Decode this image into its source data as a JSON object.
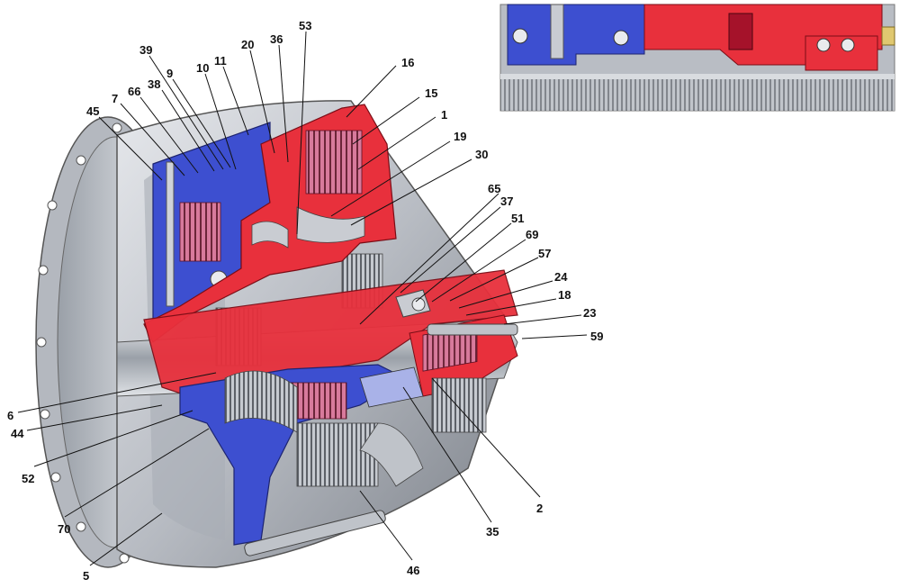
{
  "figure": {
    "colors": {
      "housing": "#c9ccd2",
      "housing_dark": "#8e939b",
      "red_part": "#e8303c",
      "blue_part": "#3d4fd0",
      "plate_pink": "#d87a9c",
      "leader": "#111111",
      "background": "#ffffff"
    },
    "callouts": [
      {
        "id": "39",
        "text": "39"
      },
      {
        "id": "9",
        "text": "9"
      },
      {
        "id": "38",
        "text": "38"
      },
      {
        "id": "66",
        "text": "66"
      },
      {
        "id": "7",
        "text": "7"
      },
      {
        "id": "45",
        "text": "45"
      },
      {
        "id": "10",
        "text": "10"
      },
      {
        "id": "11",
        "text": "11"
      },
      {
        "id": "20",
        "text": "20"
      },
      {
        "id": "36",
        "text": "36"
      },
      {
        "id": "53",
        "text": "53"
      },
      {
        "id": "16",
        "text": "16"
      },
      {
        "id": "15",
        "text": "15"
      },
      {
        "id": "1",
        "text": "1"
      },
      {
        "id": "19",
        "text": "19"
      },
      {
        "id": "30",
        "text": "30"
      },
      {
        "id": "65",
        "text": "65"
      },
      {
        "id": "37",
        "text": "37"
      },
      {
        "id": "51",
        "text": "51"
      },
      {
        "id": "69",
        "text": "69"
      },
      {
        "id": "57",
        "text": "57"
      },
      {
        "id": "24",
        "text": "24"
      },
      {
        "id": "18",
        "text": "18"
      },
      {
        "id": "23",
        "text": "23"
      },
      {
        "id": "59",
        "text": "59"
      },
      {
        "id": "6",
        "text": "6"
      },
      {
        "id": "44",
        "text": "44"
      },
      {
        "id": "52",
        "text": "52"
      },
      {
        "id": "70",
        "text": "70"
      },
      {
        "id": "5",
        "text": "5"
      },
      {
        "id": "46",
        "text": "46"
      },
      {
        "id": "35",
        "text": "35"
      },
      {
        "id": "2",
        "text": "2"
      }
    ]
  }
}
